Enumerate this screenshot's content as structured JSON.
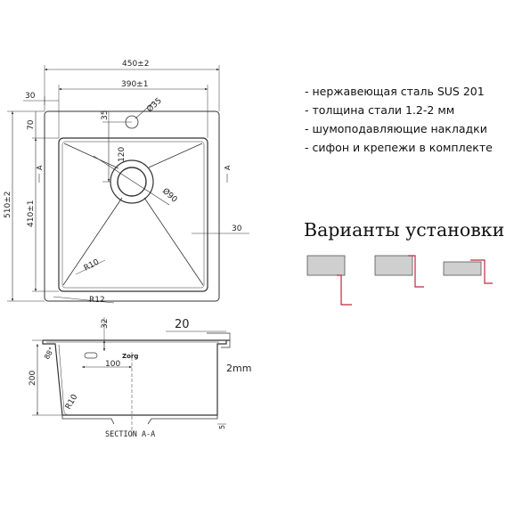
{
  "features": [
    "- нержавеющая сталь SUS 201",
    "- толщина стали 1.2-2 мм",
    "- шумоподавляющие накладки",
    "- сифон и крепежи в комплекте"
  ],
  "variants_title": "Варианты установки",
  "top_view": {
    "overall_width": "450±2",
    "inner_width": "390±1",
    "flange_left": "30",
    "flange_right": "30",
    "overall_height": "510±2",
    "inner_height": "410±1",
    "top_flange": "70",
    "tap_offset": "35",
    "tap_diameter": "Ø35",
    "drain_offset": "120",
    "drain_diameter": "Ø90",
    "inner_radius": "R10",
    "outer_radius": "R12",
    "section_mark": "A"
  },
  "section_view": {
    "overflow_offset": "32",
    "rim_width": "20",
    "thickness": "2mm",
    "depth": "200",
    "angle": "88°",
    "drain_distance": "100",
    "bottom_radius": "R10",
    "foot_height": "5",
    "brand": "Zorg",
    "label": "SECTION A-A"
  },
  "colors": {
    "accent_red": "#c0283c",
    "line": "#333333"
  }
}
